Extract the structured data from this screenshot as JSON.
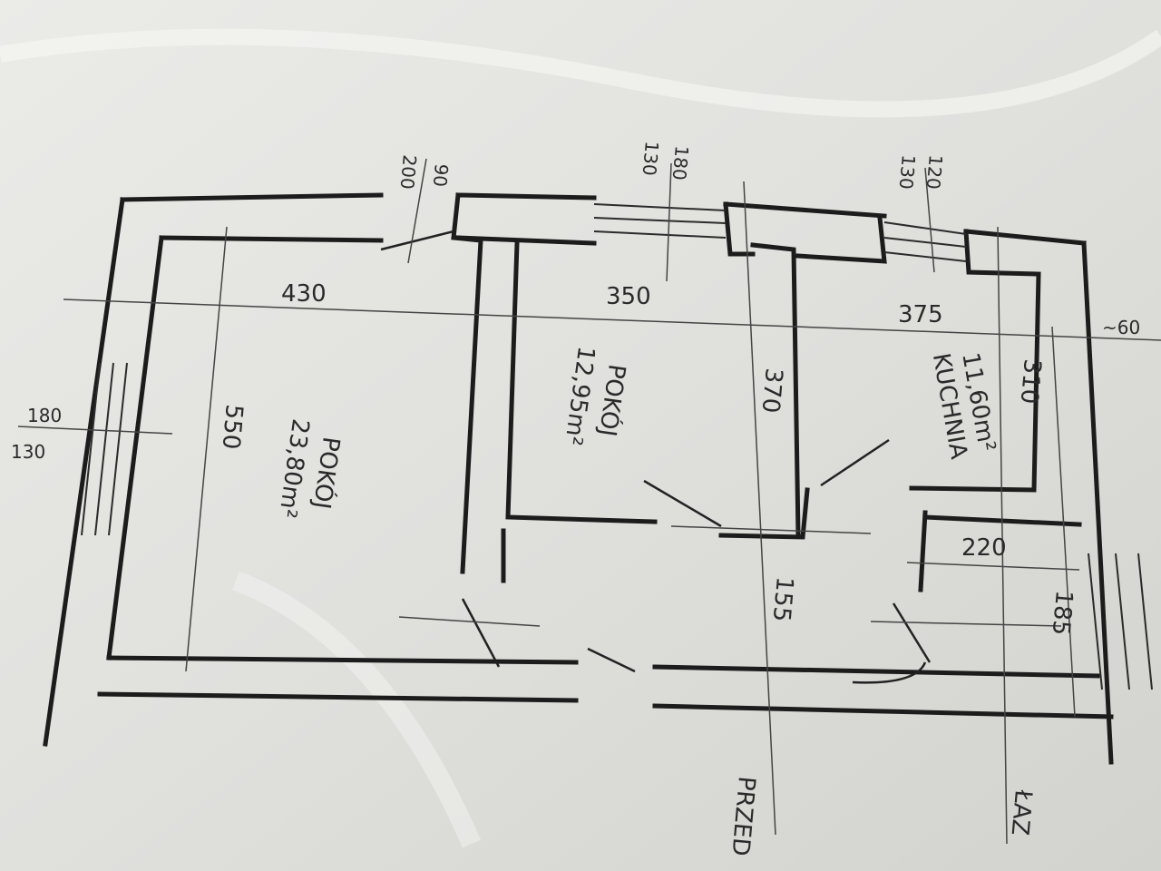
{
  "plan": {
    "rooms": [
      {
        "name": "POKÓJ",
        "area": "23,80m²"
      },
      {
        "name": "POKÓJ",
        "area": "12,95m²"
      },
      {
        "name": "KUCHNIA",
        "area": "11,60m²"
      }
    ],
    "dimensions": {
      "w430": "430",
      "w350": "350",
      "w375": "375",
      "h550": "550",
      "h370": "370",
      "h310": "310",
      "w220": "220",
      "h155": "155",
      "h185": "185",
      "edge60": "~60"
    },
    "openings": {
      "top_door_90": "90",
      "top_door_200": "200",
      "top_win_180": "180",
      "top_win_130": "130",
      "top_win2_120": "120",
      "top_win2_130": "130",
      "left_win_180": "180",
      "left_win_130": "130"
    },
    "bottom_labels": {
      "przed": "PRZED",
      "laz": "ŁAZ"
    }
  }
}
